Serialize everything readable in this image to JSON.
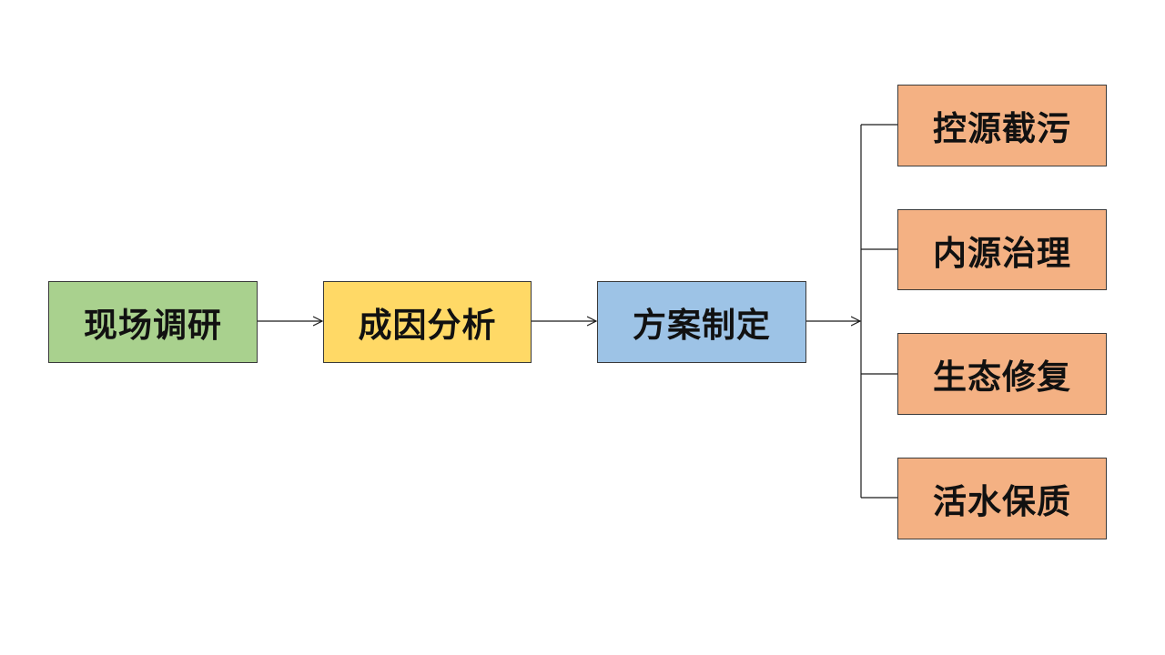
{
  "colors": {
    "survey": "#a9d18e",
    "cause": "#ffd966",
    "plan": "#9dc3e6",
    "branch": "#f4b183",
    "line": "#1a1a1a"
  },
  "flow": {
    "survey": "现场调研",
    "cause": "成因分析",
    "plan": "方案制定"
  },
  "branches": [
    "控源截污",
    "内源治理",
    "生态修复",
    "活水保质"
  ]
}
